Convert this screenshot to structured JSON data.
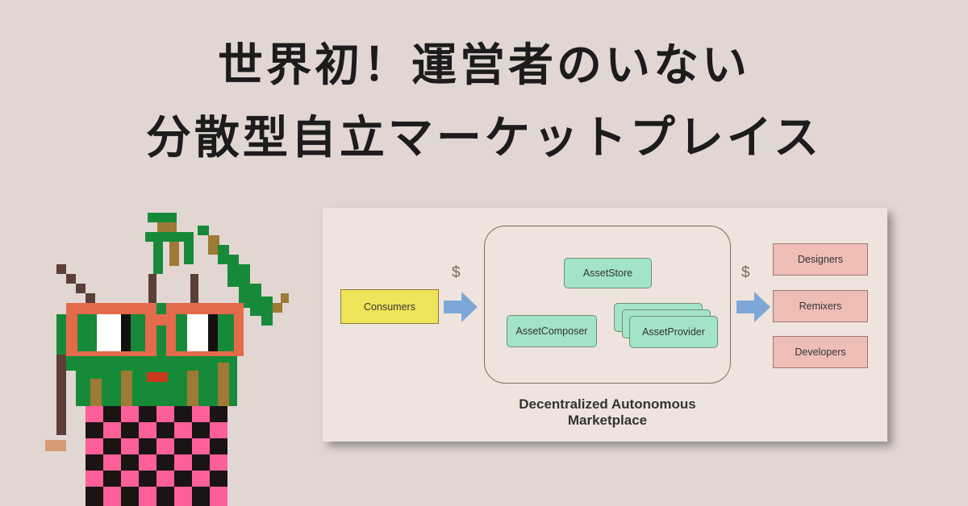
{
  "title": {
    "line1": "世界初！運営者のいない",
    "line2": "分散型自立マーケットプレイス"
  },
  "diagram": {
    "consumers": "Consumers",
    "dollar_in": "$",
    "dollar_out": "$",
    "asset_store": "AssetStore",
    "asset_composer": "AssetComposer",
    "asset_provider": "AssetProvider",
    "caption": "Decentralized Autonomous Marketplace",
    "roles": [
      "Designers",
      "Remixers",
      "Developers"
    ]
  },
  "colors": {
    "background": "#e2d6d3",
    "consumers": "#f0e45a",
    "components": "#a3e3c8",
    "roles": "#eebdb6",
    "arrow": "#7ea7d9"
  },
  "mascot": {
    "icon": "pixel-art-character-icon"
  }
}
